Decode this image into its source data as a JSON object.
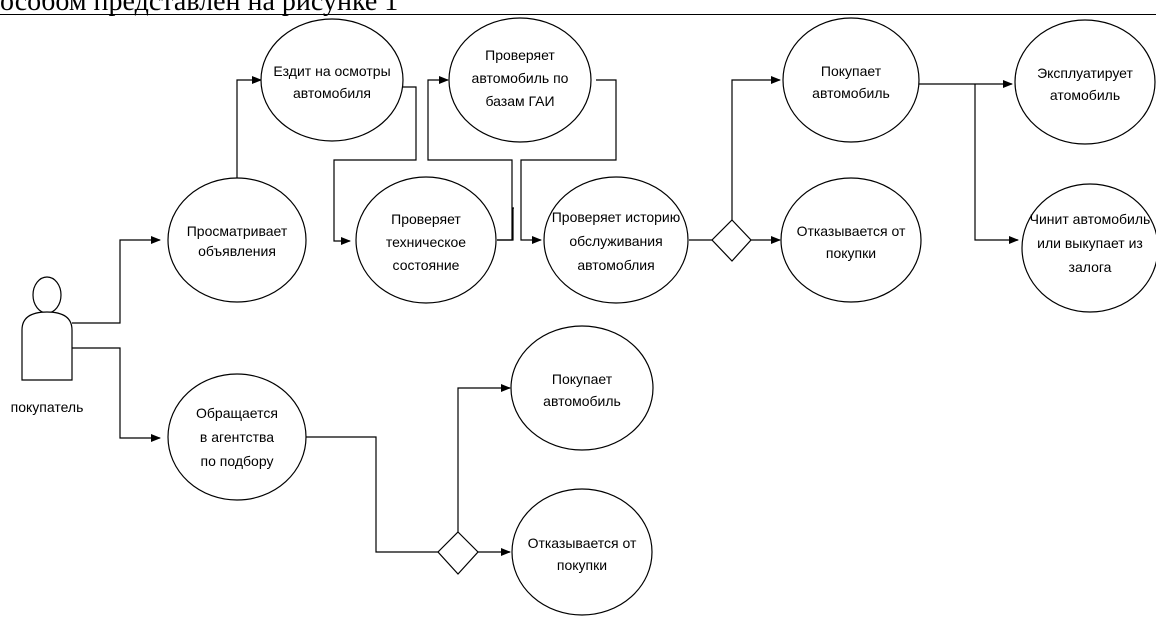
{
  "header": {
    "caption": "особом представлен на рисунке 1"
  },
  "actor": {
    "label": "покупатель"
  },
  "nodes": {
    "view_ads": [
      "Просматривает",
      "объявления"
    ],
    "inspect_trips": [
      "Ездит на осмотры",
      "автомобиля"
    ],
    "check_tech": [
      "Проверяет",
      "техническое",
      "состояние"
    ],
    "check_gai": [
      "Проверяет",
      "автомобиль по",
      "базам ГАИ"
    ],
    "check_history": [
      "Проверяет историю",
      "обслуживания",
      "автомоблия"
    ],
    "buy_top": [
      "Покупает",
      "автомобиль"
    ],
    "refuse_top": [
      "Отказывается от",
      "покупки"
    ],
    "operate": [
      "Эксплуатирует",
      "атомобиль"
    ],
    "repair": [
      "Чинит автомобиль",
      "или выкупает из",
      "залога"
    ],
    "agency": [
      "Обращается",
      "в агентства",
      "по подбору"
    ],
    "buy_bottom": [
      "Покупает",
      "автомобиль"
    ],
    "refuse_bottom": [
      "Отказывается от",
      "покупки"
    ]
  }
}
